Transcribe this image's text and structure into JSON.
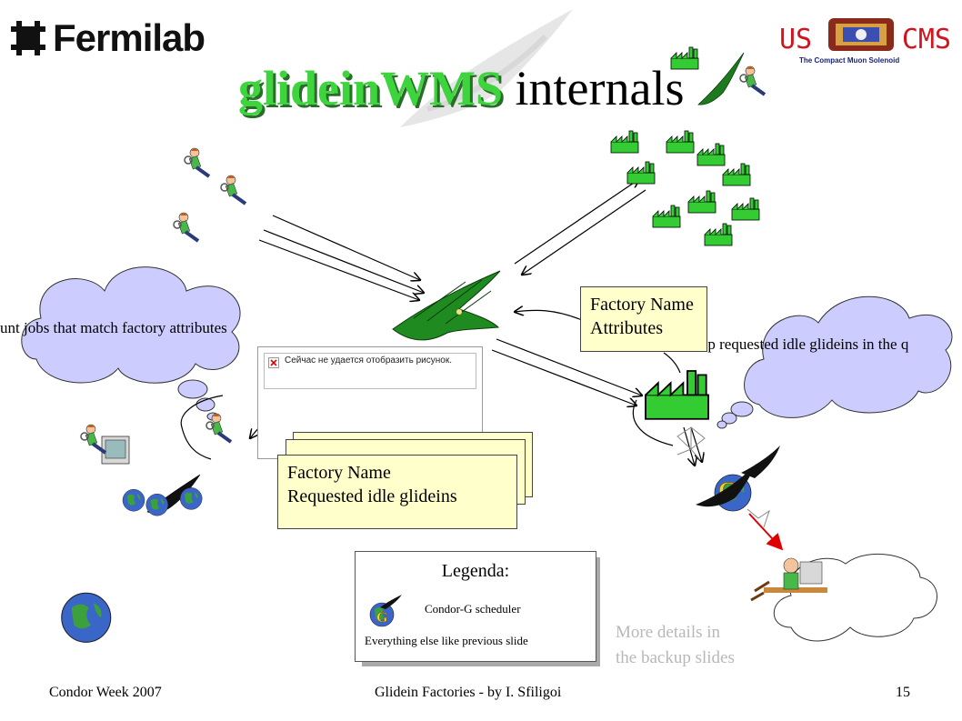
{
  "logos": {
    "fermilab_word": "Fermilab",
    "cms_us": "US",
    "cms_cms": "CMS",
    "cms_subtitle": "The Compact Muon Solenoid"
  },
  "title": {
    "part1": "glideinWMS",
    "part2": "internals"
  },
  "clouds": {
    "left_text": "unt jobs that match factory attributes",
    "right_text": "Keep requested idle glideins in the q"
  },
  "notes": {
    "attributes": {
      "line1": "Factory Name",
      "line2": "Attributes"
    },
    "requests": {
      "line1": "Factory Name",
      "line2": "Requested idle glideins"
    }
  },
  "dialog": {
    "message": "Сейчас не удается отобразить рисунок."
  },
  "legend": {
    "title": "Legenda:",
    "row1": "Condor-G scheduler",
    "row2": "Everything else like previous slide"
  },
  "more_details": {
    "line1": "More details in",
    "line2": "the backup slides"
  },
  "footer": {
    "left": "Condor Week 2007",
    "center": "Glidein Factories - by I. Sfiligoi",
    "right": "15"
  },
  "colors": {
    "title_green": "#3dd43d",
    "factory_green": "#33cc33",
    "note_fill": "#ffffcc",
    "cloud_fill": "#ccccff",
    "cms_red": "#d2141e",
    "muted_text": "#b8b8b8"
  },
  "icons": [
    "fermilab-icon",
    "eagle-icon",
    "factory-icon",
    "user-icon",
    "globe-icon",
    "cloud-icon",
    "arrow-icon"
  ]
}
